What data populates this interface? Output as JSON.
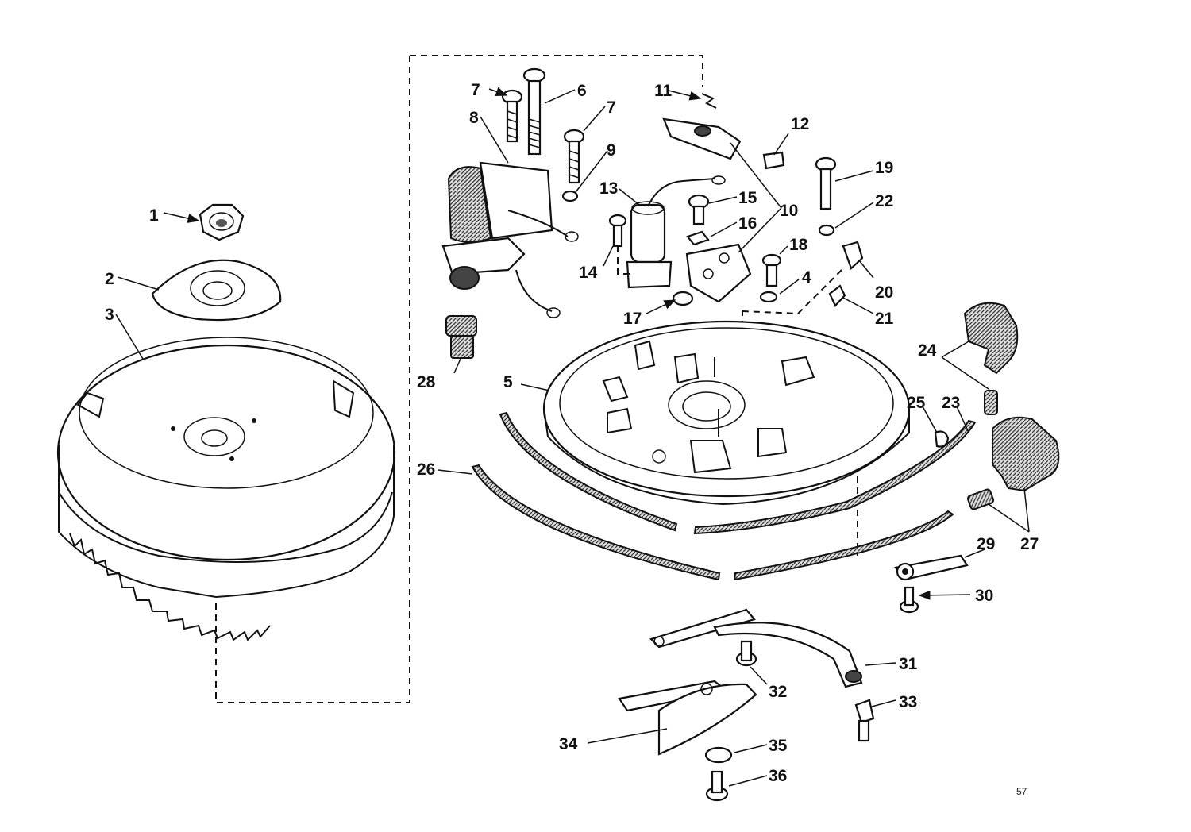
{
  "diagram": {
    "callouts": [
      "1",
      "2",
      "3",
      "4",
      "5",
      "6",
      "7",
      "7",
      "8",
      "9",
      "10",
      "11",
      "12",
      "13",
      "14",
      "15",
      "16",
      "17",
      "18",
      "19",
      "20",
      "21",
      "22",
      "23",
      "24",
      "25",
      "26",
      "27",
      "28",
      "29",
      "30",
      "31",
      "32",
      "33",
      "34",
      "35",
      "36"
    ],
    "page_number": "57"
  }
}
